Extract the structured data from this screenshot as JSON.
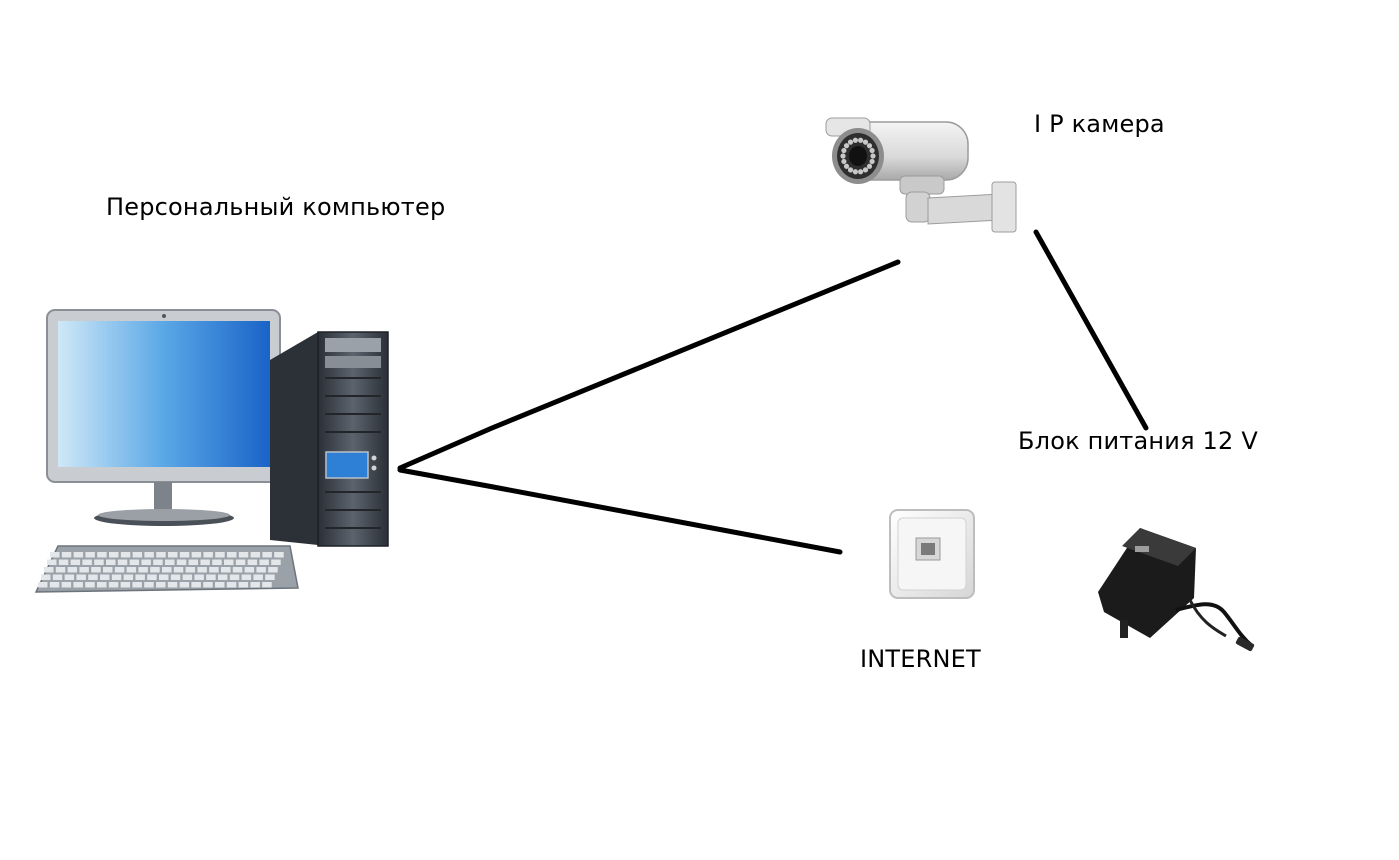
{
  "labels": {
    "pc": "Персональный компьютер",
    "camera": "I P камера",
    "power_supply": "Блок питания 12 V",
    "internet": "INTERNET"
  },
  "icons": {
    "pc": "desktop-computer-icon",
    "camera": "ip-camera-icon",
    "power_supply": "power-adapter-icon",
    "internet": "network-socket-icon"
  },
  "colors": {
    "cable": "#000000",
    "screen_top": "#1e6fd1",
    "screen_bottom": "#bfe0f7",
    "case": "#3a4048"
  }
}
